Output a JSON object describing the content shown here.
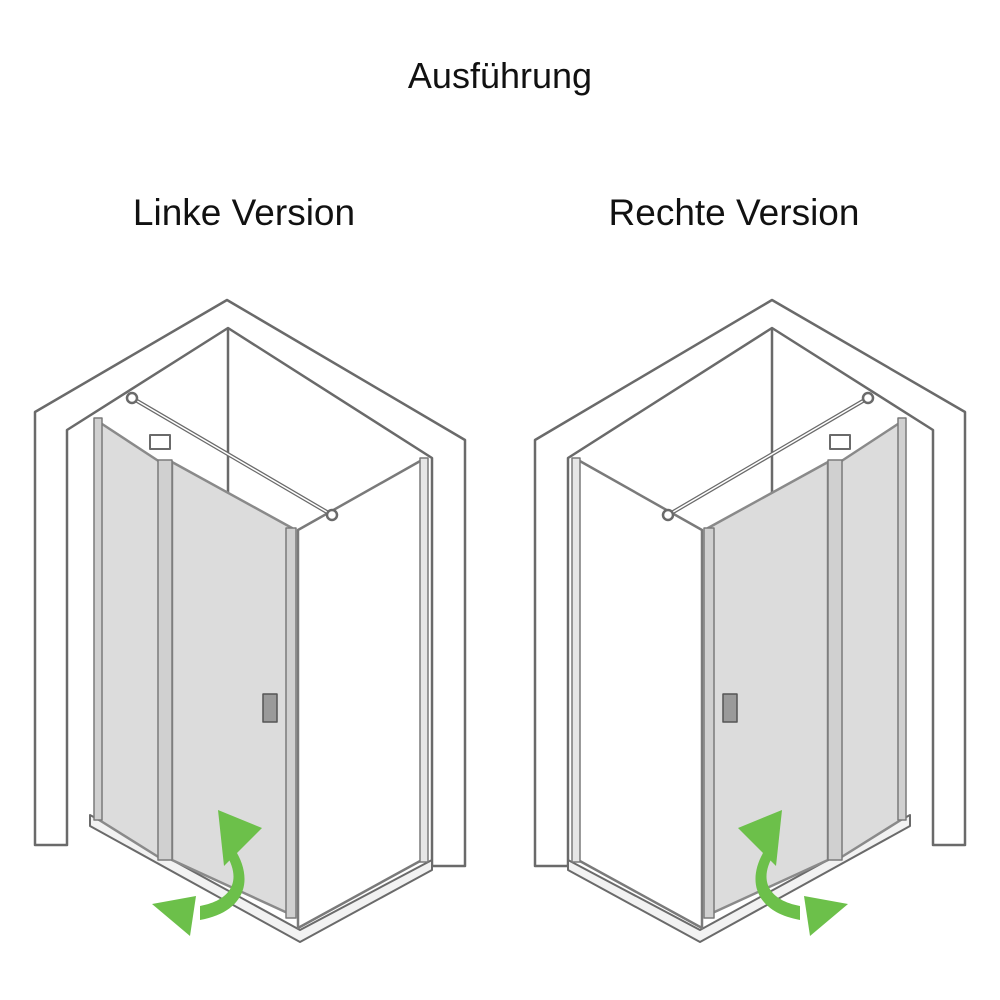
{
  "title": "Ausführung",
  "left": {
    "label": "Linke Version"
  },
  "right": {
    "label": "Rechte Version"
  },
  "colors": {
    "wall_stroke": "#6a6a6a",
    "glass_fill": "#dcdcdc",
    "frame": "#8a8a8a",
    "arrow": "#6cc04a"
  },
  "icons": [
    "swing-arrow-icon",
    "door-handle-icon",
    "stabilizer-bar-icon"
  ]
}
